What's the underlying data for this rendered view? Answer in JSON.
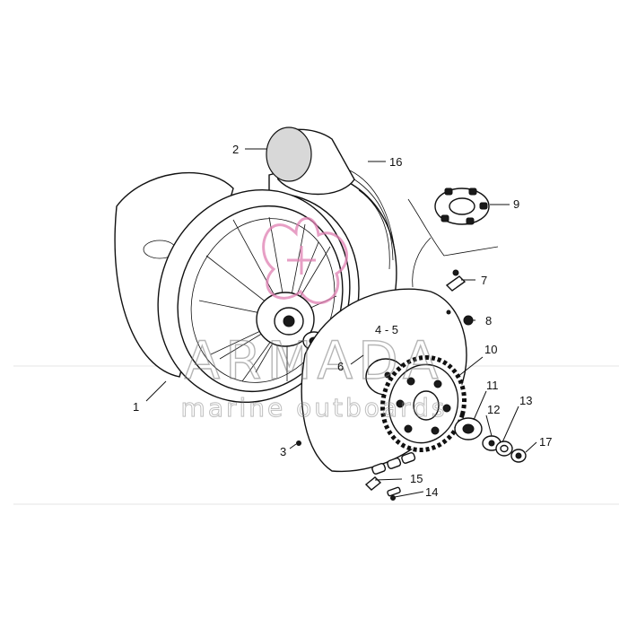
{
  "watermark": {
    "title": "ARMADA",
    "subtitle": "marine outboards",
    "accent_color": "#e07fb2"
  },
  "callouts": {
    "c1": "1",
    "c2": "2",
    "c3": "3",
    "c45": "4 - 5",
    "c6": "6",
    "c7": "7",
    "c8": "8",
    "c9": "9",
    "c10": "10",
    "c11": "11",
    "c12": "12",
    "c13": "13",
    "c14": "14",
    "c15": "15",
    "c16": "16",
    "c17": "17"
  }
}
